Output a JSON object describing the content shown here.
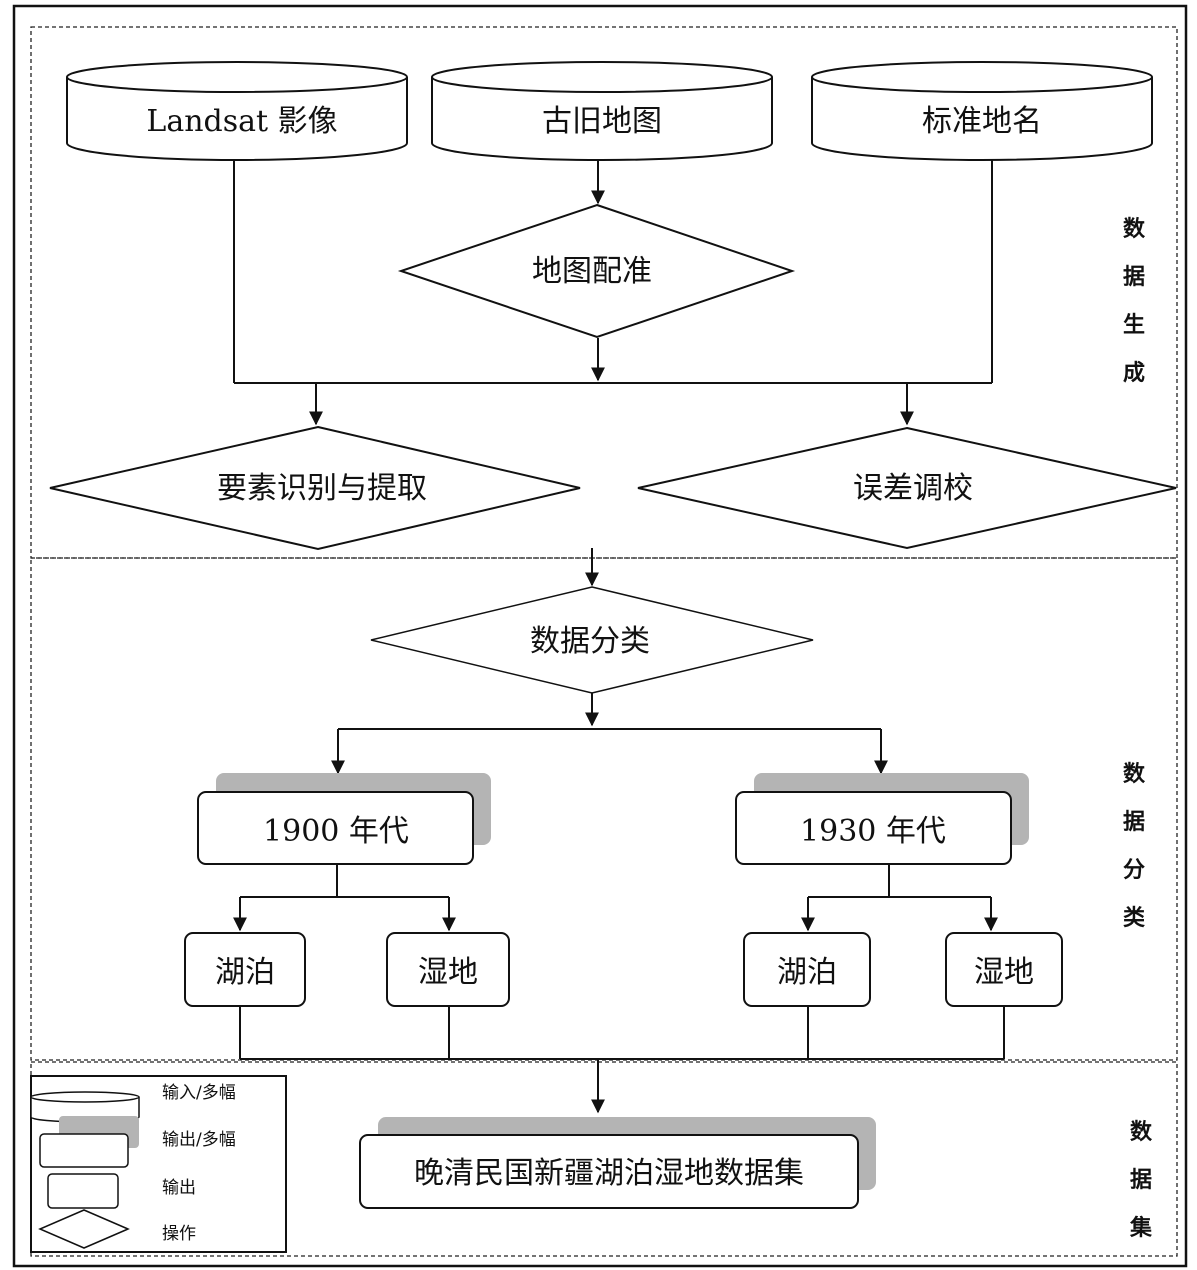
{
  "sections": {
    "generation": [
      "数",
      "据",
      "生",
      "成"
    ],
    "classification": [
      "数",
      "据",
      "分",
      "类"
    ],
    "dataset": [
      "数",
      "据",
      "集"
    ]
  },
  "inputs": {
    "landsat": "Landsat 影像",
    "old_map": "古旧地图",
    "place_names": "标准地名"
  },
  "operations": {
    "georeference": "地图配准",
    "extract": "要素识别与提取",
    "error_correction": "误差调校",
    "classify": "数据分类"
  },
  "outputs": {
    "era_1900": "1900 年代",
    "era_1930": "1930 年代",
    "lake_1900": "湖泊",
    "wetland_1900": "湿地",
    "lake_1930": "湖泊",
    "wetland_1930": "湿地",
    "final_dataset": "晚清民国新疆湖泊湿地数据集"
  },
  "legend": {
    "input_multi": "输入/多幅",
    "output_multi": "输出/多幅",
    "output": "输出",
    "operation": "操作"
  },
  "colors": {
    "stroke": "#111111",
    "shadow": "#b4b4b4",
    "background": "#ffffff"
  }
}
